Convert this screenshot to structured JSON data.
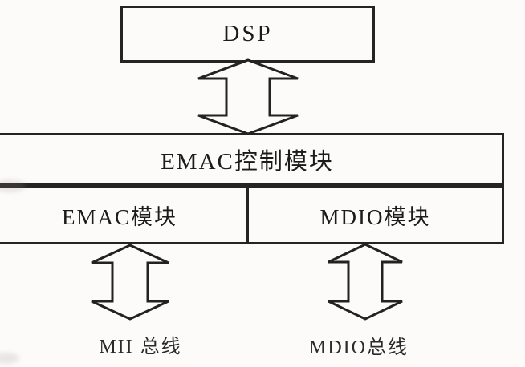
{
  "diagram": {
    "kind": "block-diagram",
    "colors": {
      "background": "#fcfbfa",
      "line": "#242424",
      "text": "#1b1b1b"
    },
    "nodes": {
      "dsp": "DSP",
      "emac_control": "EMAC控制模块",
      "emac_module": "EMAC模块",
      "mdio_module": "MDIO模块"
    },
    "bus_labels": {
      "mii": "MII 总线",
      "mdio": "MDIO总线"
    },
    "connections": [
      {
        "from": "DSP",
        "to": "EMAC控制模块",
        "type": "bidirectional"
      },
      {
        "from": "EMAC模块",
        "to": "MII 总线",
        "type": "bidirectional"
      },
      {
        "from": "MDIO模块",
        "to": "MDIO总线",
        "type": "bidirectional"
      }
    ]
  }
}
